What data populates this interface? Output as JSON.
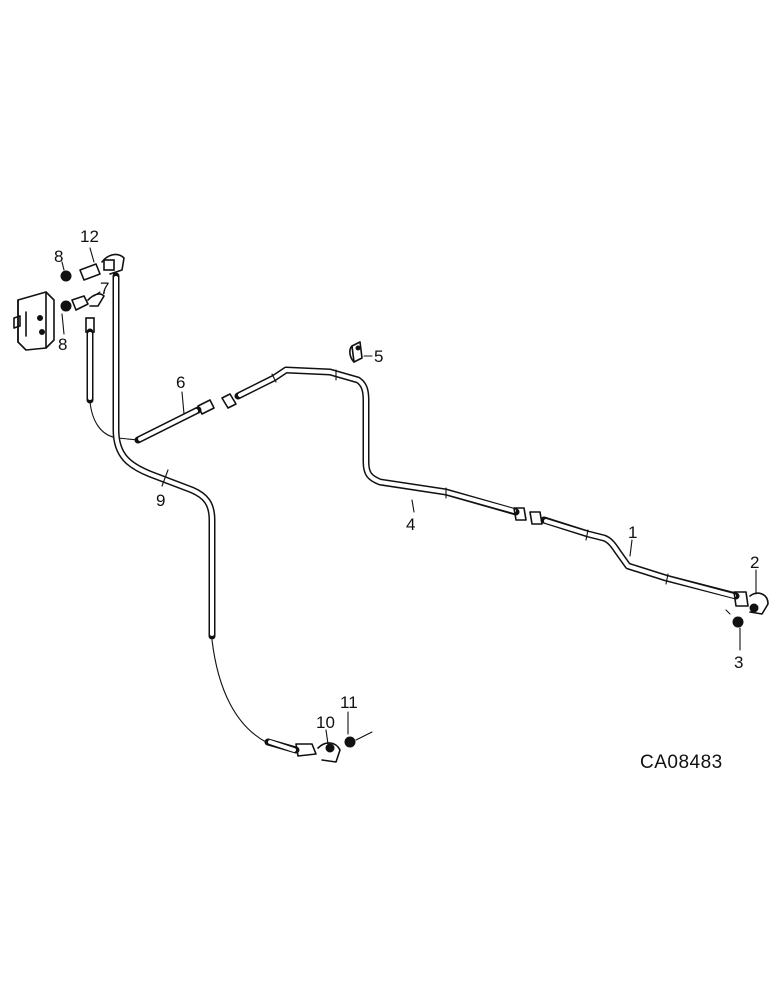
{
  "diagram": {
    "drawing_code": "CA08483",
    "callouts": {
      "c1": "1",
      "c2": "2",
      "c3": "3",
      "c4": "4",
      "c5": "5",
      "c6": "6",
      "c7": "7",
      "c8a": "8",
      "c8b": "8",
      "c9": "9",
      "c10": "10",
      "c11": "11",
      "c12": "12"
    }
  }
}
